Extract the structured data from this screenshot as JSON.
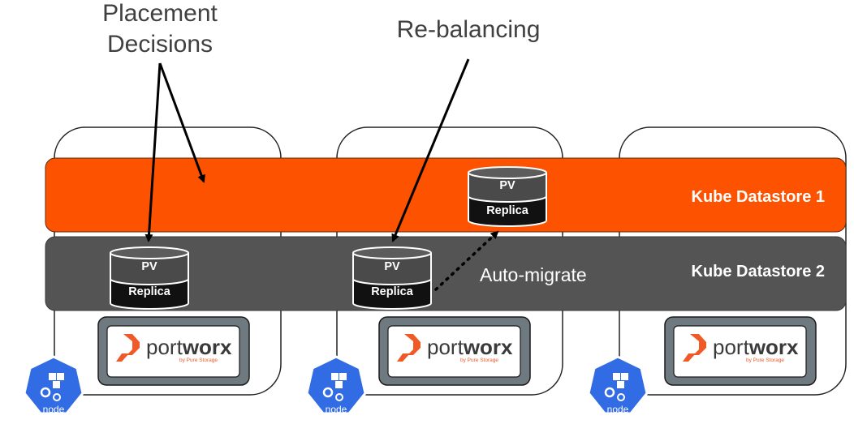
{
  "annotations": {
    "placement_line1": "Placement",
    "placement_line2": "Decisions",
    "rebalancing": "Re-balancing",
    "auto_migrate": "Auto-migrate"
  },
  "datastores": {
    "ds1_label": "Kube  Datastore 1",
    "ds2_label": "Kube  Datastore 2"
  },
  "volumes": [
    {
      "top": "PV",
      "bottom": "Replica"
    },
    {
      "top": "PV",
      "bottom": "Replica"
    },
    {
      "top": "PV",
      "bottom": "Replica"
    }
  ],
  "brand": {
    "name_light": "port",
    "name_bold": "worx",
    "tagline": "by Pure Storage"
  },
  "node_label": "node",
  "colors": {
    "datastore1": "#fd5300",
    "datastore2": "#545454",
    "cylinder_top": "#4a4a4a",
    "cylinder_bottom": "#111111",
    "k8s_blue": "#326ce5",
    "portworx_orange": "#f05a28"
  }
}
